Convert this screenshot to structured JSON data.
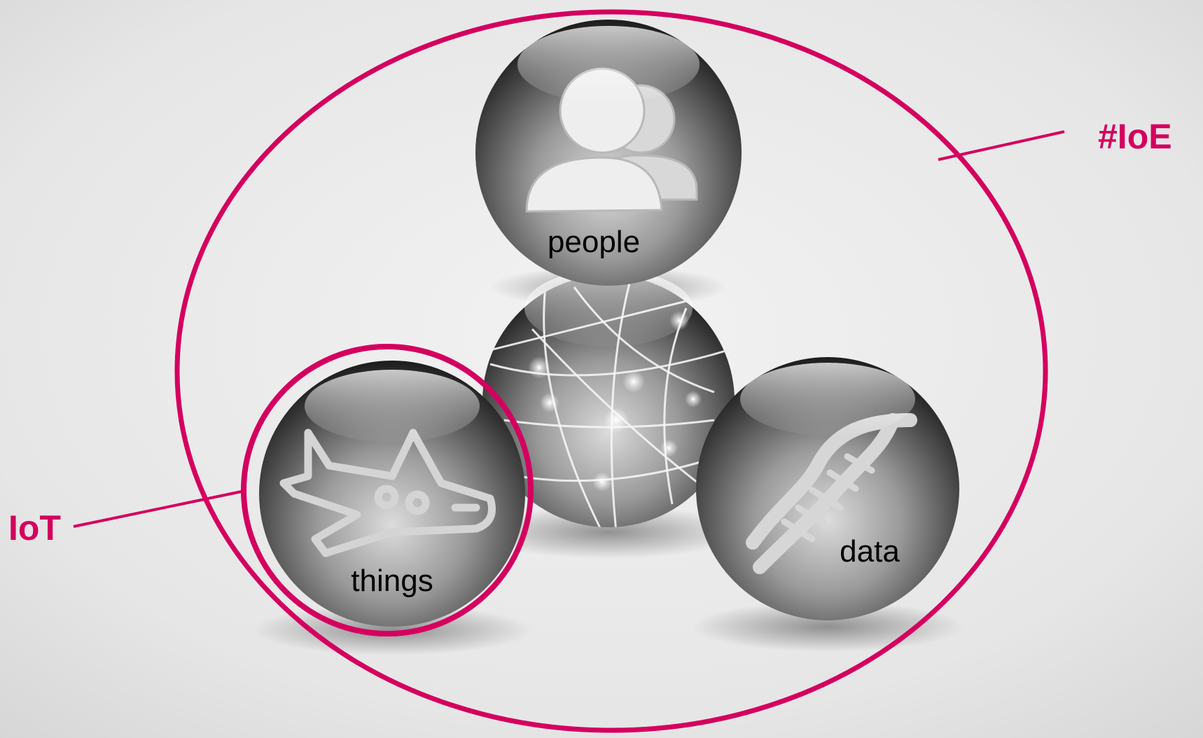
{
  "diagram": {
    "accent_color": "#d4005f",
    "labels": {
      "ioe": "#IoE",
      "iot": "IoT"
    },
    "spheres": {
      "people": {
        "label": "people",
        "icon": "people-icon"
      },
      "network": {
        "icon": "globe-network-icon"
      },
      "things": {
        "label": "things",
        "icon": "airplane-icon"
      },
      "data": {
        "label": "data",
        "icon": "dna-icon"
      }
    }
  }
}
